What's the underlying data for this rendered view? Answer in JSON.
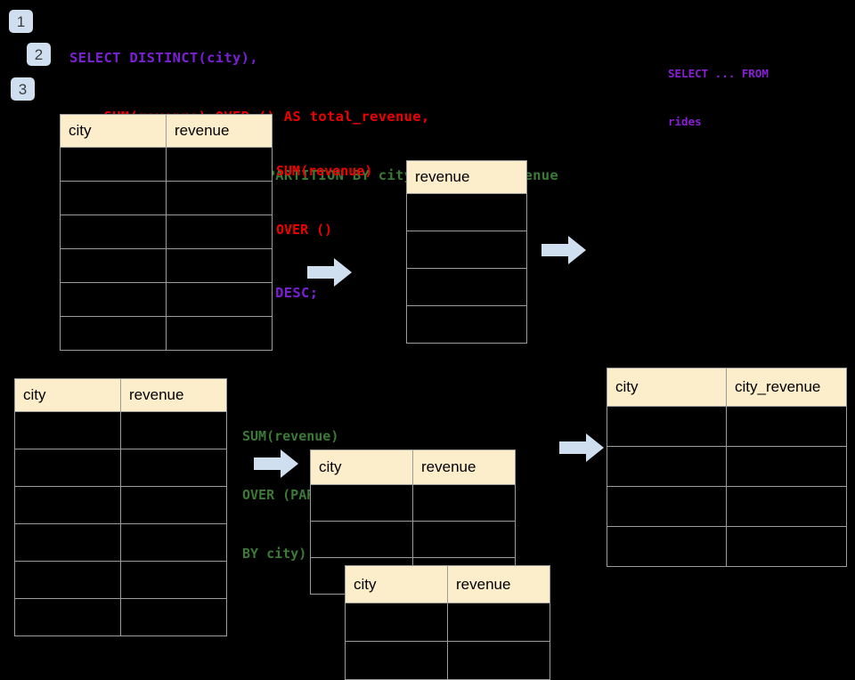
{
  "page": {
    "background_color": "#000000",
    "title": "SQL window function flow diagram"
  },
  "colors": {
    "badge_bg": "#cfdff0",
    "badge_text": "#3c3c3c",
    "header_bg": "#fceecb",
    "grid_line": "#9c9c9c",
    "arrow_fill": "#cfdff0",
    "sql_purple": "#7b1fd6",
    "sql_red": "#ee0000",
    "sql_green": "#3a7a36",
    "note_purple": "#8a1fd6"
  },
  "badges": [
    {
      "label": "1",
      "name": "step-badge-1"
    },
    {
      "label": "2",
      "name": "step-badge-2"
    },
    {
      "label": "3",
      "name": "step-badge-3"
    }
  ],
  "sql": {
    "lines": [
      {
        "text": "SELECT DISTINCT(city),",
        "color": "purple"
      },
      {
        "text": "    SUM(revenue) OVER () AS total_revenue,",
        "color": "red"
      },
      {
        "text": "    SUM(revenue) OVER (PARTITION BY city) as city_revenue",
        "color": "green"
      },
      {
        "text": "  FROM rides",
        "color": "purple"
      },
      {
        "text": "  ORDER by city_revenue DESC;",
        "color": "purple"
      }
    ]
  },
  "side_note": {
    "line1": "SELECT ... FROM",
    "line2": "rides"
  },
  "callouts": {
    "total_revenue": {
      "line1": "SUM(revenue)",
      "line2": "OVER ()",
      "color": "red"
    },
    "city_revenue": {
      "line1": "SUM(revenue)",
      "line2": "OVER (PARTITION",
      "line3": "BY city)",
      "color": "green"
    }
  },
  "arrows": [
    {
      "name": "arrow-rides-to-total-revenue"
    },
    {
      "name": "arrow-total-revenue-to-result"
    },
    {
      "name": "arrow-rides-to-partition"
    },
    {
      "name": "arrow-partition-to-result"
    }
  ],
  "tables": [
    {
      "name": "table-rides-top",
      "headers": [
        "city",
        "revenue"
      ],
      "row_count": 6,
      "rows": [
        [
          "",
          ""
        ],
        [
          "",
          ""
        ],
        [
          "",
          ""
        ],
        [
          "",
          ""
        ],
        [
          "",
          ""
        ],
        [
          "",
          ""
        ]
      ]
    },
    {
      "name": "table-total-revenue",
      "headers": [
        "revenue"
      ],
      "row_count": 4,
      "rows": [
        [
          ""
        ],
        [
          ""
        ],
        [
          ""
        ],
        [
          ""
        ]
      ]
    },
    {
      "name": "table-rides-bottom",
      "headers": [
        "city",
        "revenue"
      ],
      "row_count": 6,
      "rows": [
        [
          "",
          ""
        ],
        [
          "",
          ""
        ],
        [
          "",
          ""
        ],
        [
          "",
          ""
        ],
        [
          "",
          ""
        ],
        [
          "",
          ""
        ]
      ]
    },
    {
      "name": "table-partition-back",
      "headers": [
        "city",
        "revenue"
      ],
      "row_count": 3,
      "rows": [
        [
          "",
          ""
        ],
        [
          "",
          ""
        ],
        [
          "",
          ""
        ]
      ]
    },
    {
      "name": "table-partition-front",
      "headers": [
        "city",
        "revenue"
      ],
      "row_count": 2,
      "rows": [
        [
          "",
          ""
        ],
        [
          "",
          ""
        ]
      ]
    },
    {
      "name": "table-final-result",
      "headers": [
        "city",
        "city_revenue"
      ],
      "row_count": 4,
      "rows": [
        [
          "",
          ""
        ],
        [
          "",
          ""
        ],
        [
          "",
          ""
        ],
        [
          "",
          ""
        ]
      ]
    }
  ]
}
